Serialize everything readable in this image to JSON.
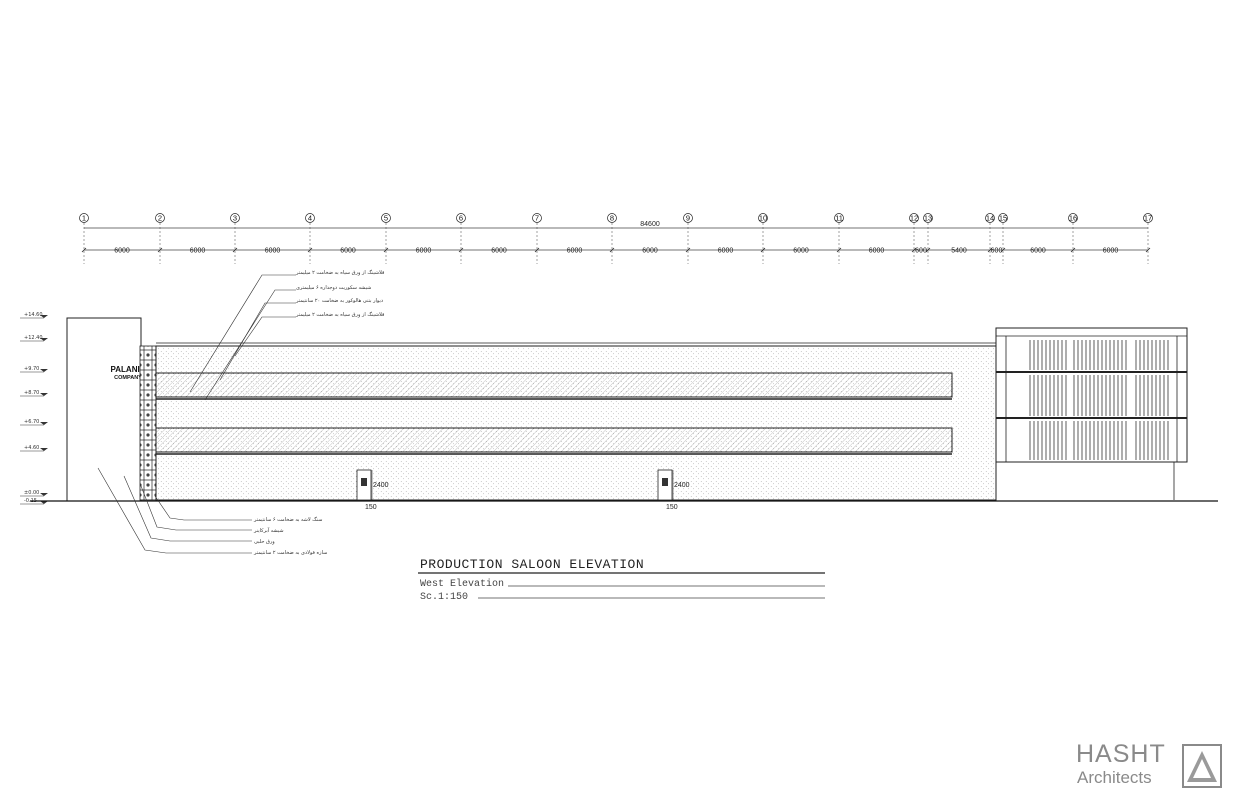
{
  "grid": {
    "axes": [
      "1",
      "2",
      "3",
      "4",
      "5",
      "6",
      "7",
      "8",
      "9",
      "10",
      "11",
      "12",
      "13",
      "14",
      "15",
      "16",
      "17"
    ],
    "overall_dimension": "84600",
    "spans": [
      "6000",
      "6000",
      "6000",
      "6000",
      "6000",
      "6000",
      "6000",
      "6000",
      "6000",
      "6000",
      "6000",
      "600",
      "5400",
      "600",
      "6000",
      "6000"
    ]
  },
  "level_marks": [
    "+14.60",
    "+12.40",
    "+9.70",
    "+8.70",
    "+6.70",
    "+4.60",
    "±0.00",
    "-0.15"
  ],
  "annotations_top": [
    "فلاشینگ از ورق سیاه به ضخامت ۲ میلیمتر",
    "شیشه سکوریت دوجداره ۶ میلیمتری",
    "دیوار بتنی هالوکور به ضخامت ۲۰ سانتیمتر",
    "فلاشینگ از ورق سیاه به ضخامت ۲ میلیمتر"
  ],
  "annotations_bottom": [
    "سنگ لاشه به ضخامت ۶ سانتیمتر",
    "شیشه آبرکاینر",
    "ورق حلبی",
    "سازه فولادی به ضخامت ۲ سانتیمتر"
  ],
  "door": {
    "height": "2400",
    "width": "150"
  },
  "brand": {
    "line1": "PALANIR",
    "line2": "COMPANY"
  },
  "title_block": {
    "title": "PRODUCTION SALOON ELEVATION",
    "view": "West Elevation",
    "scale": "Sc.1:150"
  },
  "logo": {
    "line1": "HASHT",
    "line2": "Architects"
  },
  "colors": {
    "ink": "#1a1a1a",
    "logo_gray": "#8a8a8a"
  }
}
